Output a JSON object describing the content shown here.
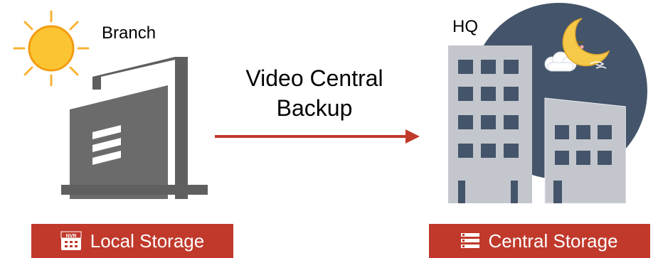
{
  "branch": {
    "label": "Branch",
    "sun_icon": "sun-icon",
    "building_icon": "branch-building-icon"
  },
  "hq": {
    "label": "HQ",
    "moon_icon": "sleeping-moon-icon",
    "building_icon": "hq-buildings-icon"
  },
  "backup": {
    "line1": "Video Central",
    "line2": "Backup",
    "arrow_color": "#c0392b"
  },
  "storage": {
    "local": {
      "label": "Local Storage",
      "icon": "nvr-icon",
      "nvr_text": "NVR"
    },
    "central": {
      "label": "Central Storage",
      "icon": "server-stack-icon"
    }
  },
  "colors": {
    "accent": "#c0392b",
    "building_dark": "#5f5f5f",
    "building_light": "#bfc3c9",
    "window": "#44546a",
    "night_sky": "#44546a",
    "sun": "#f5b800"
  }
}
